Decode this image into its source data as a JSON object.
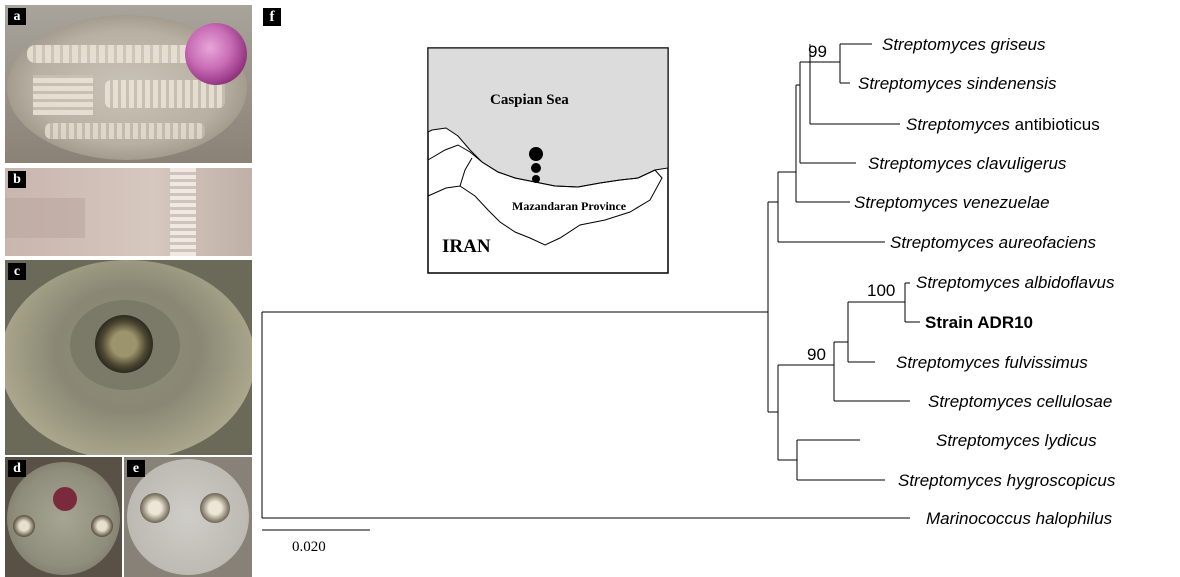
{
  "panels": {
    "a": "a",
    "b": "b",
    "c": "c",
    "d": "d",
    "e": "e",
    "f": "f"
  },
  "map": {
    "sea_label": "Caspian Sea",
    "province_label": "Mazandaran Province",
    "country_label": "IRAN"
  },
  "tree": {
    "taxa": [
      {
        "genus": "Streptomyces",
        "species": "griseus",
        "italic_species": true,
        "bold": false
      },
      {
        "genus": "Streptomyces",
        "species": "sindenensis",
        "italic_species": true,
        "bold": false
      },
      {
        "genus": "Streptomyces",
        "species": "antibioticus",
        "italic_species": false,
        "bold": false
      },
      {
        "genus": "Streptomyces",
        "species": "clavuligerus",
        "italic_species": true,
        "bold": false
      },
      {
        "genus": "Streptomyces",
        "species": "venezuelae",
        "italic_species": true,
        "bold": false
      },
      {
        "genus": "Streptomyces",
        "species": "aureofaciens",
        "italic_species": true,
        "bold": false
      },
      {
        "genus": "Streptomyces",
        "species": "albidoflavus",
        "italic_species": true,
        "bold": false
      },
      {
        "genus": "",
        "species": "Strain ADR10",
        "italic_species": false,
        "bold": true
      },
      {
        "genus": "Streptomyces",
        "species": "fulvissimus",
        "italic_species": true,
        "bold": false
      },
      {
        "genus": "Streptomyces",
        "species": "cellulosae",
        "italic_species": true,
        "bold": false
      },
      {
        "genus": "Streptomyces",
        "species": "lydicus",
        "italic_species": true,
        "bold": false
      },
      {
        "genus": "Streptomyces",
        "species": "hygroscopicus",
        "italic_species": true,
        "bold": false
      },
      {
        "genus": "Marinococcus",
        "species": "halophilus",
        "italic_species": true,
        "bold": false
      }
    ],
    "bootstrap": [
      "99",
      "100",
      "90"
    ],
    "scale_label": "0.020"
  }
}
